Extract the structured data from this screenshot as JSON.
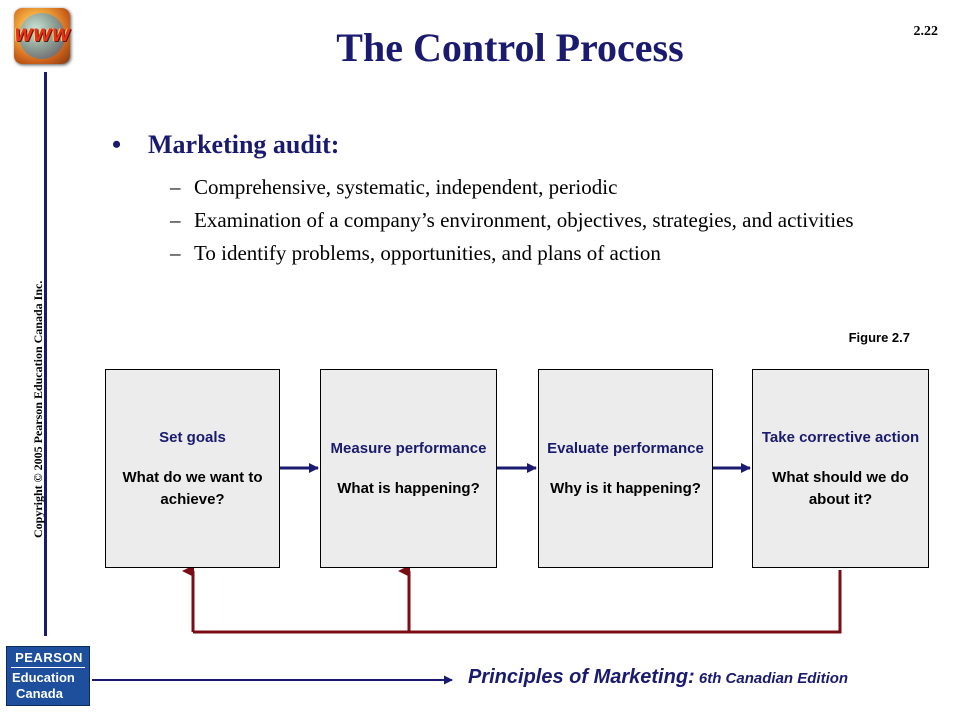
{
  "slide": {
    "page_number": "2.22",
    "title": "The Control Process",
    "copyright": "Copyright © 2005 Pearson Education Canada Inc.",
    "logo_text": "WWW"
  },
  "content": {
    "bullet_marker": "•",
    "bullet_heading": "Marketing audit:",
    "dash_marker": "–",
    "sub_items": [
      {
        "text": "Comprehensive, systematic, independent, periodic"
      },
      {
        "text": "Examination of a company’s environment, objectives, strategies, and activities"
      },
      {
        "text": "To identify problems, opportunities, and plans of action"
      }
    ]
  },
  "figure": {
    "label": "Figure 2.7",
    "steps": [
      {
        "title": "Set goals",
        "question": "What do we want to achieve?"
      },
      {
        "title": "Measure performance",
        "question": "What is happening?"
      },
      {
        "title": "Evaluate performance",
        "question": "Why is it happening?"
      },
      {
        "title": "Take corrective action",
        "question": "What should we do about it?"
      }
    ],
    "colors": {
      "forward_arrow": "#1a1a6e",
      "feedback_line": "#7a0d14",
      "box_fill": "#ececec"
    }
  },
  "footer": {
    "title": "Principles of Marketing:",
    "edition": " 6th Canadian Edition",
    "publisher_brand": "PEARSON",
    "publisher_line1": "Education",
    "publisher_line2": "Canada"
  },
  "colors": {
    "title": "#1a1a6e",
    "rule": "#1a1a6e"
  }
}
